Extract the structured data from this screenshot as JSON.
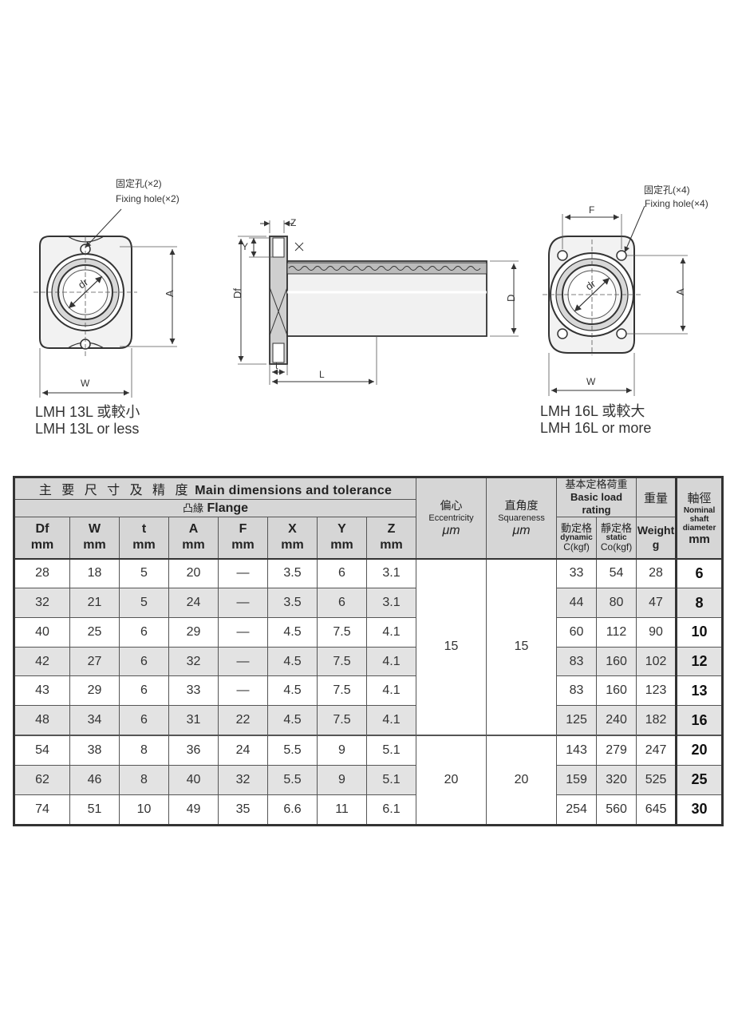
{
  "diagram": {
    "left_view": {
      "fix_zh": "固定孔(×2)",
      "fix_en": "Fixing hole(×2)",
      "dim_a": "A",
      "dim_w": "W",
      "dim_dr": "dr",
      "caption_zh": "LMH 13L 或較小",
      "caption_en": "LMH 13L or less"
    },
    "side_view": {
      "dim_z": "Z",
      "dim_y": "Y",
      "dim_x": "X",
      "dim_df": "Df",
      "dim_d": "D",
      "dim_t": "t",
      "dim_l": "L"
    },
    "right_view": {
      "fix_zh": "固定孔(×4)",
      "fix_en": "Fixing hole(×4)",
      "dim_f": "F",
      "dim_a": "A",
      "dim_w": "W",
      "dim_dr": "dr",
      "caption_zh": "LMH 16L 或較大",
      "caption_en": "LMH 16L or more"
    }
  },
  "table": {
    "main_header_zh": "主 要 尺 寸 及 精 度",
    "main_header_en": "Main dimensions and tolerance",
    "flange_zh": "凸緣",
    "flange_en": "Flange",
    "columns": [
      {
        "name": "Df",
        "unit": "mm"
      },
      {
        "name": "W",
        "unit": "mm"
      },
      {
        "name": "t",
        "unit": "mm"
      },
      {
        "name": "A",
        "unit": "mm"
      },
      {
        "name": "F",
        "unit": "mm"
      },
      {
        "name": "X",
        "unit": "mm"
      },
      {
        "name": "Y",
        "unit": "mm"
      },
      {
        "name": "Z",
        "unit": "mm"
      }
    ],
    "eccentricity": {
      "zh": "偏心",
      "en": "Eccentricity",
      "unit": "μm"
    },
    "squareness": {
      "zh": "直角度",
      "en": "Squareness",
      "unit": "μm"
    },
    "load": {
      "zh": "基本定格荷重",
      "en": "Basic load rating",
      "dynamic_zh": "動定格",
      "dynamic_en": "dynamic",
      "dynamic_unit": "C(kgf)",
      "static_zh": "靜定格",
      "static_en": "static",
      "static_unit": "Co(kgf)"
    },
    "weight": {
      "zh": "重量",
      "en": "Weight",
      "unit": "g"
    },
    "shaft": {
      "zh": "軸徑",
      "en1": "Nominal",
      "en2": "shaft",
      "en3": "diameter",
      "unit": "mm"
    },
    "groups": [
      {
        "eccentricity": "15",
        "squareness": "15"
      },
      {
        "eccentricity": "20",
        "squareness": "20"
      }
    ],
    "rows": [
      {
        "df": "28",
        "w": "18",
        "t": "5",
        "a": "20",
        "f": "—",
        "x": "3.5",
        "y": "6",
        "z": "3.1",
        "c": "33",
        "co": "54",
        "weight": "28",
        "shaft": "6"
      },
      {
        "df": "32",
        "w": "21",
        "t": "5",
        "a": "24",
        "f": "—",
        "x": "3.5",
        "y": "6",
        "z": "3.1",
        "c": "44",
        "co": "80",
        "weight": "47",
        "shaft": "8"
      },
      {
        "df": "40",
        "w": "25",
        "t": "6",
        "a": "29",
        "f": "—",
        "x": "4.5",
        "y": "7.5",
        "z": "4.1",
        "c": "60",
        "co": "112",
        "weight": "90",
        "shaft": "10"
      },
      {
        "df": "42",
        "w": "27",
        "t": "6",
        "a": "32",
        "f": "—",
        "x": "4.5",
        "y": "7.5",
        "z": "4.1",
        "c": "83",
        "co": "160",
        "weight": "102",
        "shaft": "12"
      },
      {
        "df": "43",
        "w": "29",
        "t": "6",
        "a": "33",
        "f": "—",
        "x": "4.5",
        "y": "7.5",
        "z": "4.1",
        "c": "83",
        "co": "160",
        "weight": "123",
        "shaft": "13"
      },
      {
        "df": "48",
        "w": "34",
        "t": "6",
        "a": "31",
        "f": "22",
        "x": "4.5",
        "y": "7.5",
        "z": "4.1",
        "c": "125",
        "co": "240",
        "weight": "182",
        "shaft": "16"
      },
      {
        "df": "54",
        "w": "38",
        "t": "8",
        "a": "36",
        "f": "24",
        "x": "5.5",
        "y": "9",
        "z": "5.1",
        "c": "143",
        "co": "279",
        "weight": "247",
        "shaft": "20"
      },
      {
        "df": "62",
        "w": "46",
        "t": "8",
        "a": "40",
        "f": "32",
        "x": "5.5",
        "y": "9",
        "z": "5.1",
        "c": "159",
        "co": "320",
        "weight": "525",
        "shaft": "25"
      },
      {
        "df": "74",
        "w": "51",
        "t": "10",
        "a": "49",
        "f": "35",
        "x": "6.6",
        "y": "11",
        "z": "6.1",
        "c": "254",
        "co": "560",
        "weight": "645",
        "shaft": "30"
      }
    ]
  }
}
